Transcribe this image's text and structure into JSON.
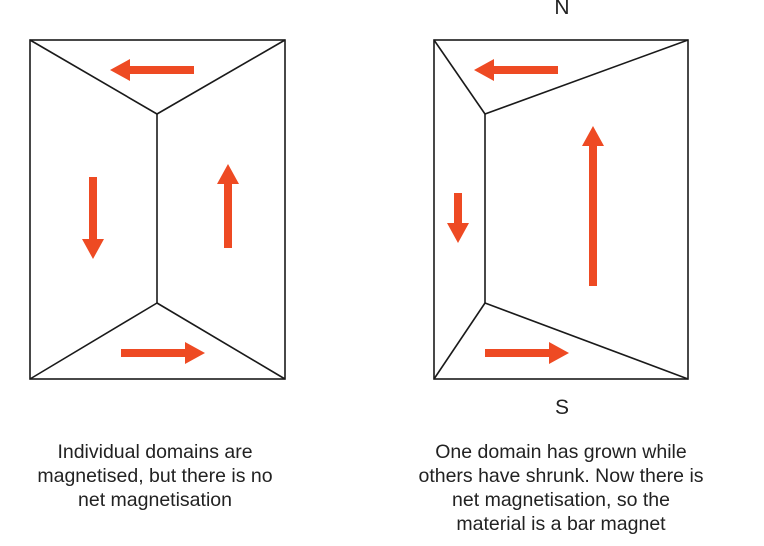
{
  "colors": {
    "arrow": "#EE4A23",
    "line": "#1a1a1a",
    "text": "#222222"
  },
  "labels": {
    "north": "N",
    "south": "S"
  },
  "captions": {
    "left": [
      "Individual domains are",
      "magnetised, but there is no",
      "net magnetisation"
    ],
    "right": [
      "One domain has grown while",
      "others have shrunk. Now there is",
      "net magnetisation, so the",
      "material is a bar magnet"
    ]
  },
  "panels": [
    {
      "name": "unmagnetised",
      "domains": [
        {
          "name": "top",
          "direction": "left"
        },
        {
          "name": "left",
          "direction": "down"
        },
        {
          "name": "right",
          "direction": "up"
        },
        {
          "name": "bottom",
          "direction": "right"
        }
      ]
    },
    {
      "name": "magnetised",
      "domains": [
        {
          "name": "top",
          "direction": "left"
        },
        {
          "name": "left",
          "direction": "down"
        },
        {
          "name": "right",
          "direction": "up"
        },
        {
          "name": "bottom",
          "direction": "right"
        }
      ]
    }
  ]
}
